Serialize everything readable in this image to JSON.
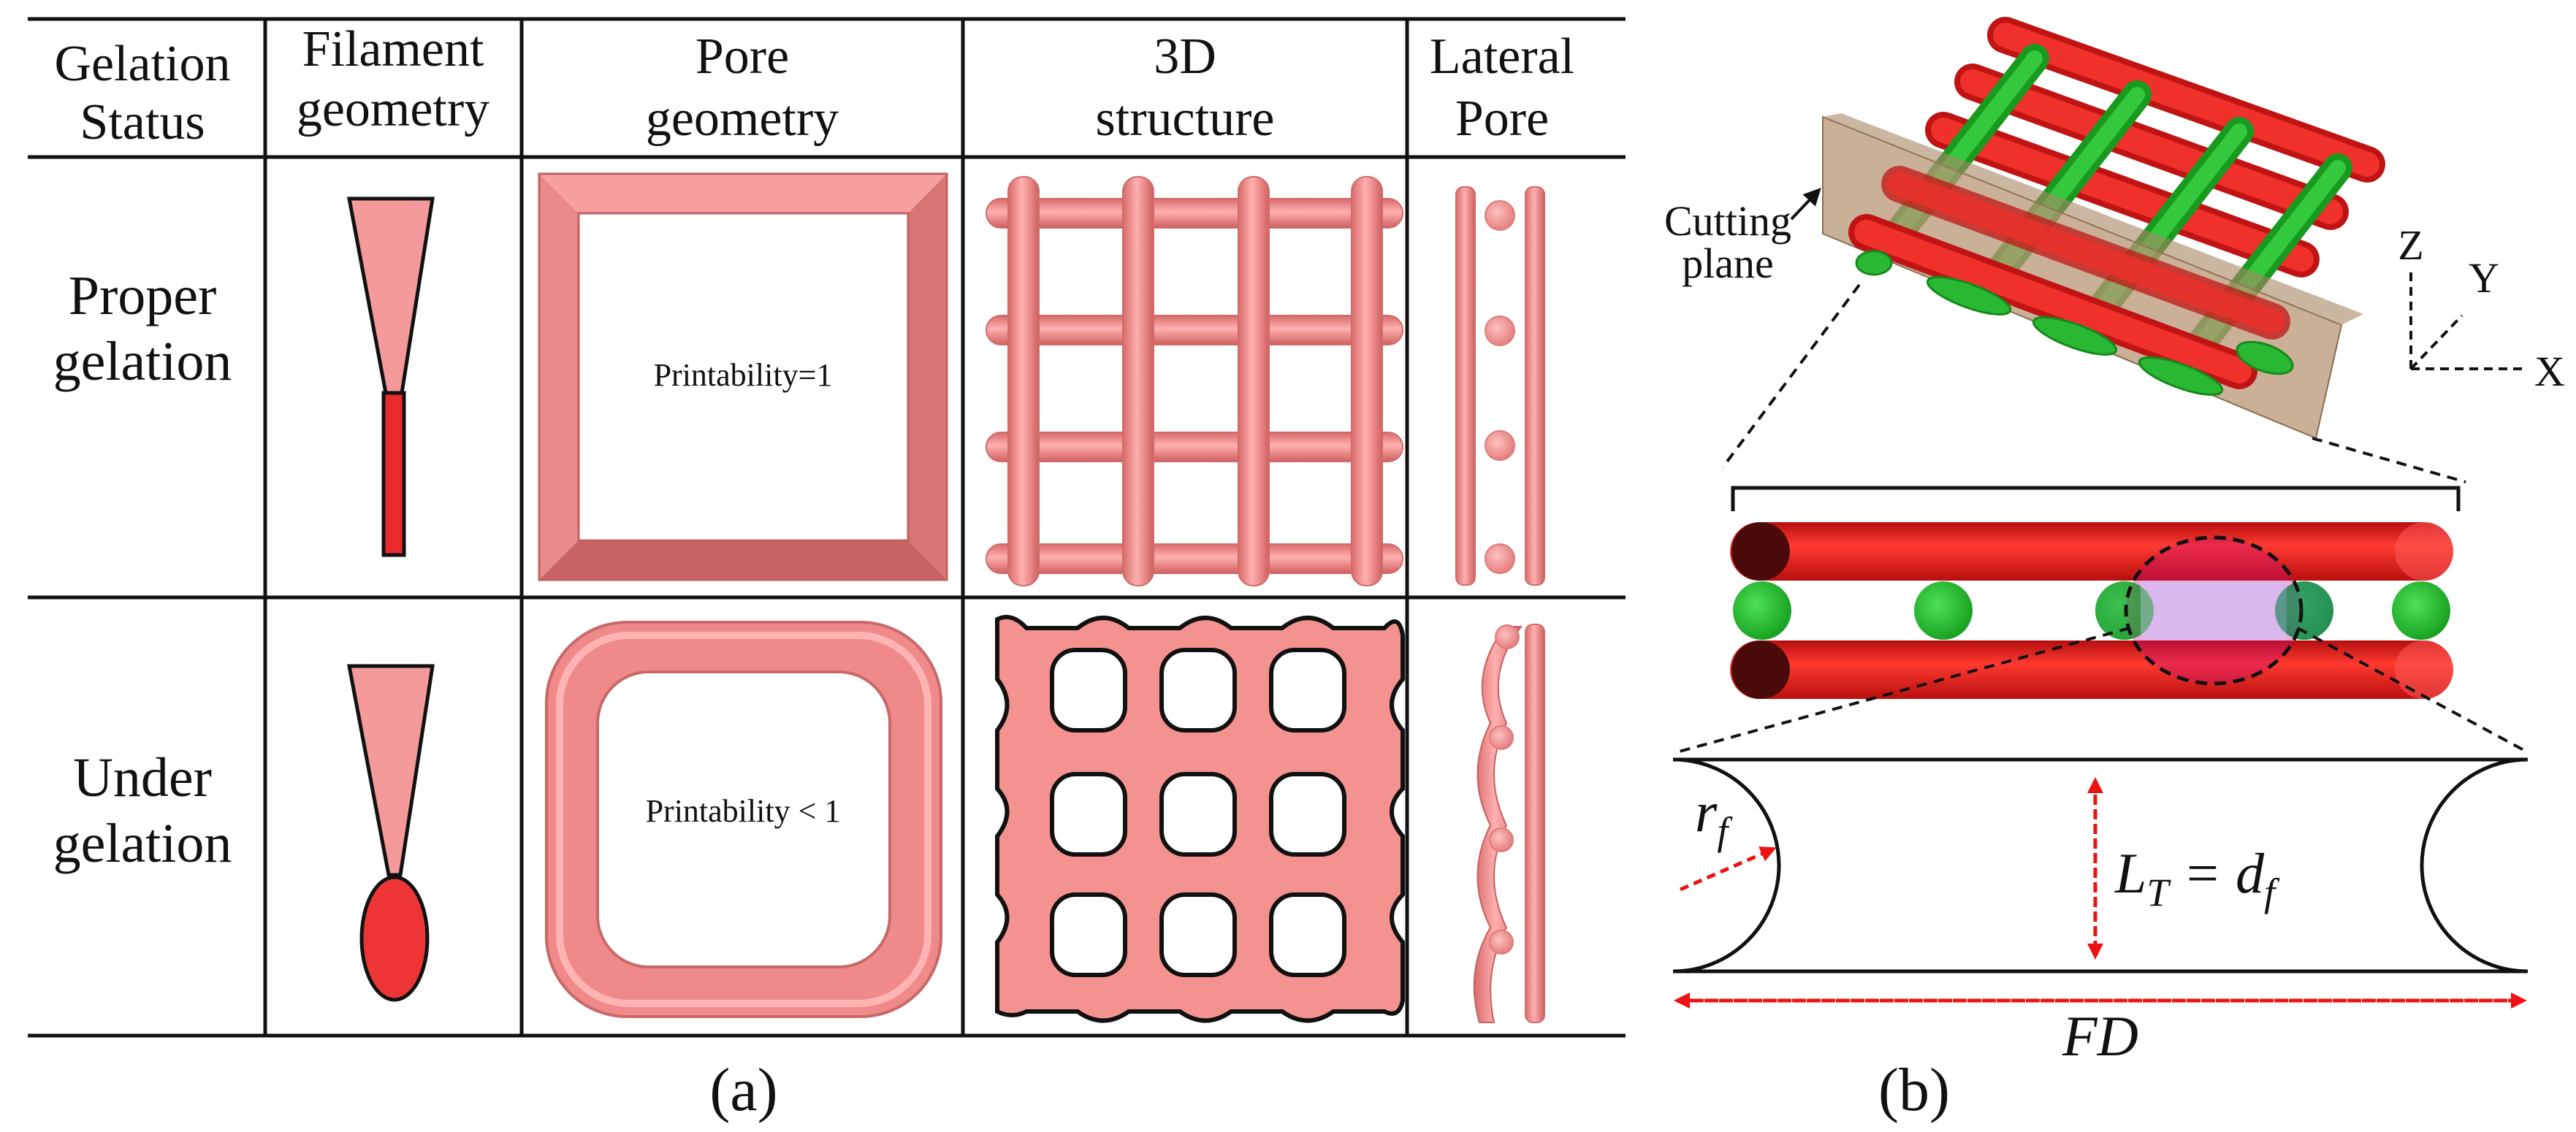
{
  "panel_a": {
    "headers": [
      [
        "Gelation",
        "Status"
      ],
      [
        "Filament",
        "geometry"
      ],
      [
        "Pore",
        "geometry"
      ],
      [
        "3D",
        "structure"
      ],
      [
        "Lateral",
        "Pore"
      ]
    ],
    "rows": [
      {
        "status": [
          "Proper",
          "gelation"
        ],
        "printability": "Printability=1"
      },
      {
        "status": [
          "Under",
          "gelation"
        ],
        "printability": "Printability < 1"
      }
    ],
    "caption": "(a)"
  },
  "panel_b": {
    "cutting_plane_label": [
      "Cutting",
      "plane"
    ],
    "axes": {
      "z": "Z",
      "y": "Y",
      "x": "X"
    },
    "radius_symbol": "r",
    "radius_subscript": "f",
    "lt_symbol": "L",
    "lt_subscript": "T",
    "lt_equals": " = d",
    "df_subscript": "f",
    "fd_label": "FD",
    "caption": "(b)"
  },
  "colors": {
    "salmon": "#f08080",
    "red_filament": "#e8201c",
    "green_filament": "#22b02a",
    "cutting_plane": "#b89674",
    "annotation_red": "#ee1111",
    "selection_purple": "#c8a8e0"
  }
}
